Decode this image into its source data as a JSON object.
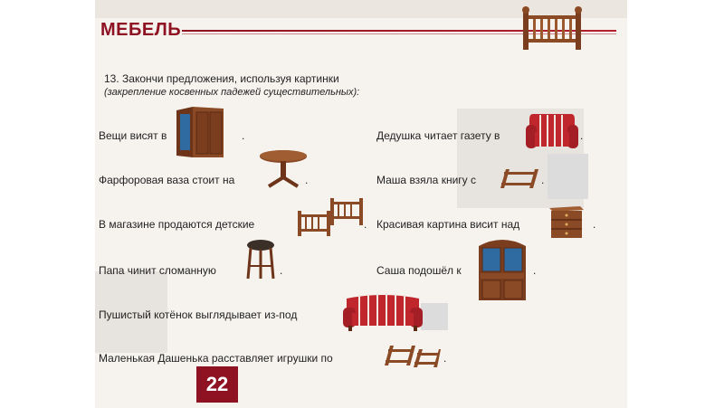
{
  "header": {
    "title": "МЕБЕЛЬ"
  },
  "task": {
    "heading": "13.  Закончи предложения, используя картинки",
    "subheading": "(закрепление косвенных падежей существительных):"
  },
  "sentences": [
    {
      "text": "Вещи висят в",
      "end": ".",
      "icon": "wardrobe-icon"
    },
    {
      "text": "Фарфоровая ваза стоит на",
      "end": ".",
      "icon": "round-table-icon"
    },
    {
      "text": "В магазине продаются детские",
      "end": ".",
      "icon": "baby-cots-icon"
    },
    {
      "text": "Папа чинит сломанную",
      "end": ".",
      "icon": "stool-icon"
    },
    {
      "text": "Пушистый котёнок выглядывает из-под",
      "end": ".",
      "icon": "sofa-icon"
    },
    {
      "text": "Маленькая Дашенька расставляет игрушки по",
      "end": ".",
      "icon": "shelves-icon"
    },
    {
      "text": "Дедушка читает газету в",
      "end": ".",
      "icon": "armchair-icon"
    },
    {
      "text": "Маша взяла книгу с",
      "end": ".",
      "icon": "bookshelf-icon"
    },
    {
      "text": "Красивая картина висит над",
      "end": ".",
      "icon": "chest-of-drawers-icon"
    },
    {
      "text": "Саша подошёл к",
      "end": ".",
      "icon": "cupboard-icon"
    }
  ],
  "page_number": "22",
  "colors": {
    "brand": "#8e1222",
    "wood": "#7a3d1e",
    "upholstery": "#c0272d"
  }
}
